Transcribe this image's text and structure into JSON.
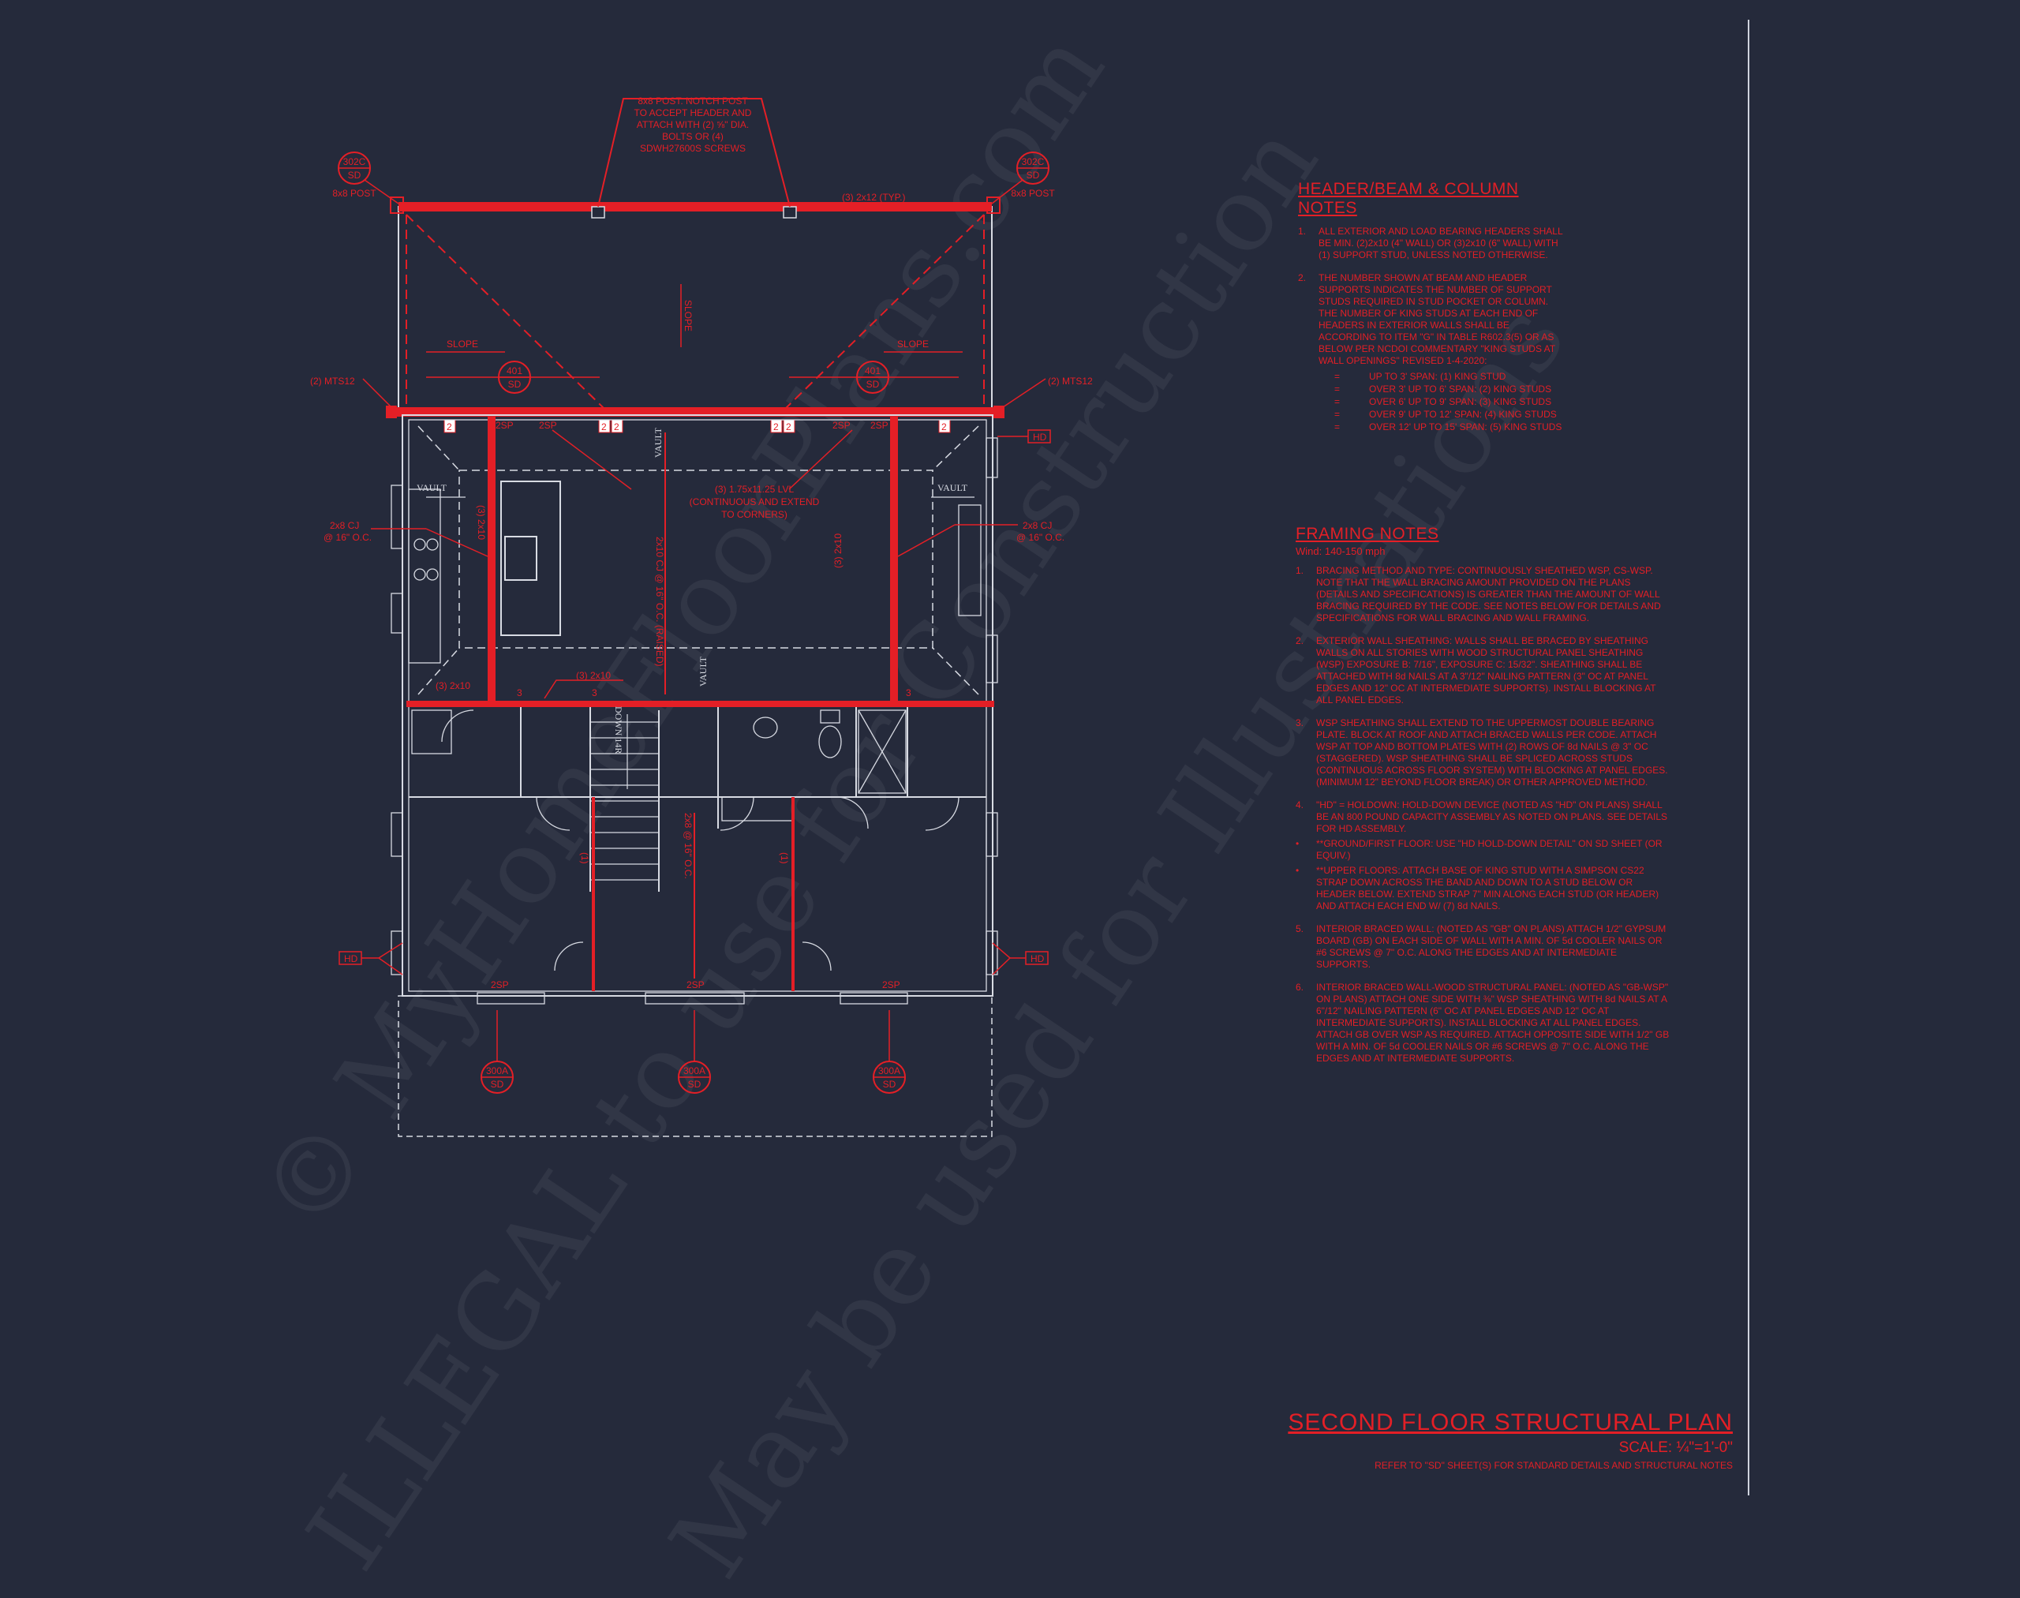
{
  "plan": {
    "callouts": {
      "top_post": [
        "8x8 POST. NOTCH POST",
        "TO ACCEPT HEADER AND",
        "ATTACH WITH (2) ⅝\" DIA.",
        "BOLTS OR (4)",
        "SDWH27600S SCREWS"
      ],
      "top_beam": "(3) 2x12 (TYP.)",
      "post_left_tag": "8x8 POST",
      "post_right_tag": "8x8 POST",
      "sd_top_left": "302C",
      "sd_top_right": "302C",
      "sd_sheet": "SD",
      "slope_center": "SLOPE",
      "slope_left": "SLOPE",
      "slope_right": "SLOPE",
      "sd_mid_left": "401",
      "sd_mid_right": "401",
      "mts_left": "(2) MTS12",
      "mts_right": "(2) MTS12",
      "two": "2",
      "sp_marks": [
        "2SP",
        "2SP",
        "2SP",
        "2SP"
      ],
      "lvl": [
        "(3) 1.75x11.25 LVL",
        "(CONTINUOUS AND EXTEND",
        "TO CORNERS)"
      ],
      "vault": "VAULT",
      "cj_left": [
        "2x8 CJ",
        "@ 16\" O.C."
      ],
      "cj_right": [
        "2x8 CJ",
        "@ 16\" O.C."
      ],
      "beam_left": "(3) 2x10",
      "beam_right": "(3) 2x10",
      "rafter_mid": "2x10 CJ @ 16\" O.C. (RAISED)",
      "lower_2x10_left": "(3) 2x10",
      "lower_2x10_mid": "(3) 2x10",
      "three": "3",
      "hd": "HD",
      "bottom_sp": [
        "2SP",
        "2SP",
        "2SP"
      ],
      "sd_bottom": [
        "300A",
        "300A",
        "300A"
      ],
      "jst_mid": "2x8 @ 16\" O.C.",
      "jst_left": "(1)",
      "jst_right": "(1)",
      "stair": "DOWN 14R"
    },
    "header_notes": {
      "title": "HEADER/BEAM & COLUMN NOTES",
      "items": [
        {
          "num": "1.",
          "text": "ALL EXTERIOR AND LOAD BEARING HEADERS SHALL BE MIN. (2)2x10 (4\" WALL) OR (3)2x10 (6\" WALL) WITH (1) SUPPORT STUD, UNLESS NOTED OTHERWISE."
        },
        {
          "num": "2.",
          "text": "THE NUMBER SHOWN AT BEAM AND HEADER SUPPORTS INDICATES THE NUMBER OF SUPPORT STUDS REQUIRED IN STUD POCKET OR COLUMN. THE NUMBER OF KING STUDS AT EACH END OF HEADERS IN EXTERIOR WALLS SHALL BE ACCORDING TO ITEM \"G\" IN TABLE R602.3(5) OR AS BELOW PER NCDOI COMMENTARY \"KING STUDS AT WALL OPENINGS\" REVISED 1-4-2020:"
        }
      ],
      "bullets": [
        {
          "b": "=",
          "text": "UP TO 3' SPAN: (1) KING STUD"
        },
        {
          "b": "=",
          "text": "OVER 3' UP TO 6' SPAN: (2) KING STUDS"
        },
        {
          "b": "=",
          "text": "OVER 6' UP TO 9' SPAN: (3) KING STUDS"
        },
        {
          "b": "=",
          "text": "OVER 9' UP TO 12' SPAN: (4) KING STUDS"
        },
        {
          "b": "=",
          "text": "OVER 12' UP TO 15' SPAN: (5) KING STUDS"
        }
      ]
    },
    "framing_notes": {
      "title": "FRAMING NOTES",
      "wind": "Wind: 140-150 mph",
      "items": [
        {
          "num": "1.",
          "text": "BRACING METHOD AND TYPE: CONTINUOUSLY SHEATHED WSP, CS-WSP. NOTE THAT THE WALL BRACING AMOUNT PROVIDED ON THE PLANS (DETAILS AND SPECIFICATIONS) IS GREATER THAN THE AMOUNT OF WALL BRACING REQUIRED BY THE CODE. SEE NOTES BELOW FOR DETAILS AND SPECIFICATIONS FOR WALL BRACING AND WALL FRAMING."
        },
        {
          "num": "2.",
          "text": "EXTERIOR WALL SHEATHING: WALLS SHALL BE BRACED BY SHEATHING WALLS ON ALL STORIES WITH WOOD STRUCTURAL PANEL SHEATHING (WSP) EXPOSURE B: 7/16\", EXPOSURE C: 15/32\". SHEATHING SHALL BE ATTACHED WITH 8d NAILS AT A 3\"/12\" NAILING PATTERN (3\" OC AT PANEL EDGES AND 12\" OC AT INTERMEDIATE SUPPORTS). INSTALL BLOCKING AT ALL PANEL EDGES."
        },
        {
          "num": "3.",
          "text": "WSP SHEATHING SHALL EXTEND TO THE UPPERMOST DOUBLE BEARING PLATE. BLOCK AT ROOF AND ATTACH BRACED WALLS PER CODE. ATTACH WSP AT TOP AND BOTTOM PLATES WITH (2) ROWS OF 8d NAILS @ 3\" OC (STAGGERED). WSP SHEATHING SHALL BE SPLICED ACROSS STUDS (CONTINUOUS ACROSS FLOOR SYSTEM) WITH BLOCKING AT PANEL EDGES. (MINIMUM 12\" BEYOND FLOOR BREAK) OR OTHER APPROVED METHOD."
        },
        {
          "num": "4.",
          "text": "\"HD\" = HOLDOWN: HOLD-DOWN DEVICE (NOTED AS \"HD\" ON PLANS) SHALL BE AN 800 POUND CAPACITY ASSEMBLY AS NOTED ON PLANS. SEE DETAILS FOR HD ASSEMBLY."
        },
        {
          "num": "•",
          "text": "**GROUND/FIRST FLOOR: USE \"HD HOLD-DOWN DETAIL\" ON SD SHEET (OR EQUIV.)"
        },
        {
          "num": "•",
          "text": "**UPPER FLOORS: ATTACH BASE OF KING STUD WITH A SIMPSON CS22 STRAP DOWN ACROSS THE BAND AND DOWN TO A STUD BELOW OR HEADER BELOW. EXTEND STRAP 7\" MIN ALONG EACH STUD (OR HEADER) AND ATTACH EACH END W/ (7) 8d NAILS."
        },
        {
          "num": "5.",
          "text": "INTERIOR BRACED WALL: (NOTED AS \"GB\" ON PLANS) ATTACH 1/2\" GYPSUM BOARD (GB) ON EACH SIDE OF WALL WITH A MIN. OF 5d COOLER NAILS OR #6 SCREWS @ 7\" O.C. ALONG THE EDGES AND AT INTERMEDIATE SUPPORTS."
        },
        {
          "num": "6.",
          "text": "INTERIOR BRACED WALL-WOOD STRUCTURAL PANEL: (NOTED AS \"GB-WSP\" ON PLANS) ATTACH ONE SIDE WITH ⅜\" WSP SHEATHING WITH 8d NAILS AT A 6\"/12\" NAILING PATTERN (6\" OC AT PANEL EDGES AND 12\" OC AT INTERMEDIATE SUPPORTS). INSTALL BLOCKING AT ALL PANEL EDGES. ATTACH GB OVER WSP AS REQUIRED. ATTACH OPPOSITE SIDE WITH 1/2\" GB WITH A MIN. OF 5d COOLER NAILS OR #6 SCREWS @ 7\" O.C. ALONG THE EDGES AND AT INTERMEDIATE SUPPORTS."
        }
      ]
    },
    "title": "SECOND FLOOR STRUCTURAL PLAN",
    "scale": "SCALE: ¼\"=1'-0\"",
    "reference": "REFER TO \"SD\" SHEET(S) FOR STANDARD DETAILS AND STRUCTURAL NOTES",
    "watermarks": [
      "© MyHomeFloorPlans.com",
      "ILLEGAL to use for Construction",
      "May be used for Illustrations"
    ]
  },
  "colors": {
    "background": "#252a3b",
    "structural": "#e41f26",
    "linework": "#d8dbe3"
  }
}
